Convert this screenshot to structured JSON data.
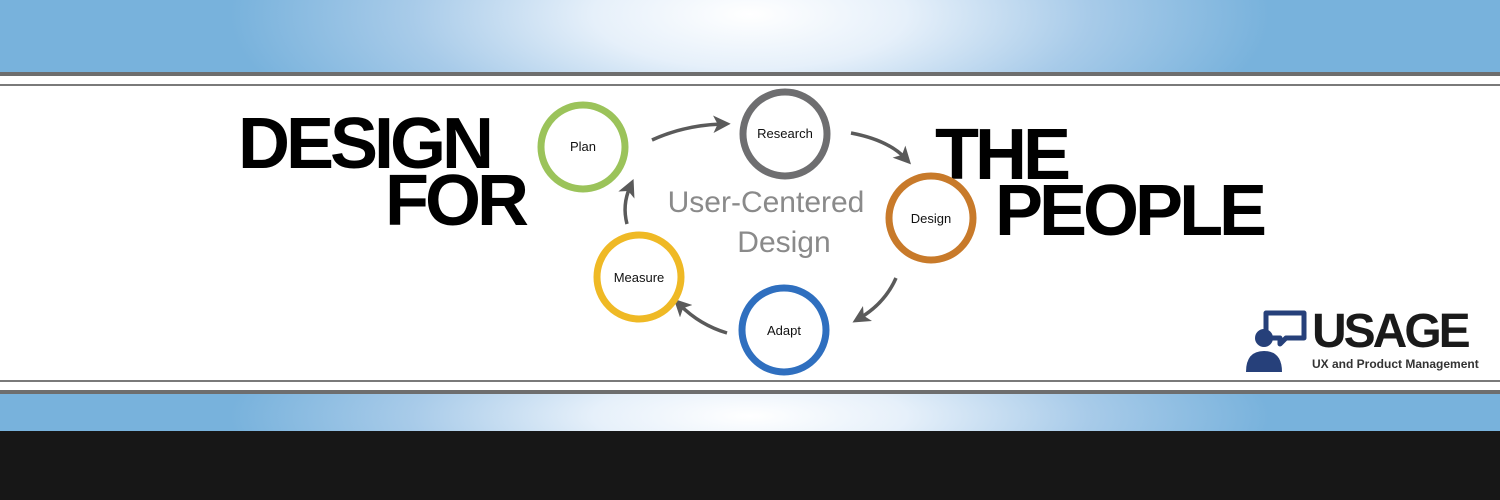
{
  "headline": {
    "left_line1": "DESIGN",
    "left_line2": "FOR",
    "right_line1": "THE",
    "right_line2": "PEOPLE"
  },
  "cycle": {
    "center_line1": "User-Centered",
    "center_line2": "Design",
    "stages": [
      {
        "label": "Plan",
        "color": "#9bc35a"
      },
      {
        "label": "Research",
        "color": "#6e6e70"
      },
      {
        "label": "Design",
        "color": "#c87a2a"
      },
      {
        "label": "Adapt",
        "color": "#2f6fbf"
      },
      {
        "label": "Measure",
        "color": "#efb925"
      }
    ]
  },
  "logo": {
    "wordmark": "USAGE",
    "tagline": "UX and Product Management",
    "icon": "person-speech-bubble-icon",
    "color": "#26407a"
  },
  "colors": {
    "band_blue": "#78b2dc",
    "rule_gray": "#6e6e6e",
    "bottom_bar": "#171717"
  }
}
